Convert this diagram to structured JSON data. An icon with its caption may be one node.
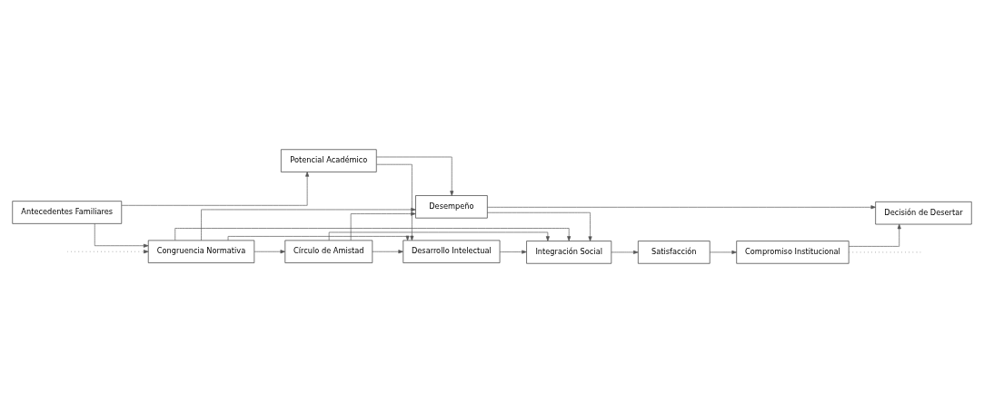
{
  "diagram": {
    "nodes": [
      {
        "text": [
          "Antecedentes Familiares"
        ]
      },
      {
        "text": [
          "Potencial Académico"
        ]
      },
      {
        "text": [
          "Congruencia Normativa"
        ]
      },
      {
        "text": [
          "Desempeño"
        ]
      },
      {
        "text": [
          "Desarrollo Intelectual"
        ]
      },
      {
        "text": [
          "Círculo de Amistad"
        ]
      },
      {
        "text": [
          "Integración Social"
        ]
      },
      {
        "text": [
          "Satisfacción"
        ]
      },
      {
        "text": [
          "Compromiso Institucional"
        ]
      },
      {
        "text": [
          "Decisión de Desertar"
        ]
      }
    ],
    "edges": [
      {
        "from": 0,
        "to": 1,
        "arrow": "to"
      },
      {
        "from": 0,
        "to": 2,
        "arrow": "to"
      },
      {
        "from": 1,
        "to": 3,
        "arrow": "to"
      },
      {
        "from": 1,
        "to": 4,
        "arrow": "to"
      },
      {
        "from": 2,
        "to": 3,
        "arrow": "to"
      },
      {
        "from": 2,
        "to": 4,
        "arrow": "to"
      },
      {
        "from": 2,
        "to": 6,
        "arrow": "to"
      },
      {
        "from": 2,
        "to": 5,
        "arrow": "to"
      },
      {
        "from": 5,
        "to": 4,
        "arrow": "to"
      },
      {
        "from": 5,
        "to": 3,
        "arrow": "to"
      },
      {
        "from": 5,
        "to": 6,
        "arrow": "to"
      },
      {
        "from": 3,
        "to": 9,
        "arrow": "to"
      },
      {
        "from": 3,
        "to": 6,
        "arrow": "to"
      },
      {
        "from": 4,
        "to": 6,
        "arrow": "to"
      },
      {
        "from": 6,
        "to": 7,
        "arrow": "to"
      },
      {
        "from": 7,
        "to": 8,
        "arrow": "to"
      },
      {
        "from": 8,
        "to": 9,
        "arrow": "to"
      },
      {
        "from": null,
        "to": 2,
        "arrow": "to",
        "style": "dashed"
      },
      {
        "from": 8,
        "to": null,
        "arrow": "none",
        "style": "dashed"
      }
    ]
  }
}
